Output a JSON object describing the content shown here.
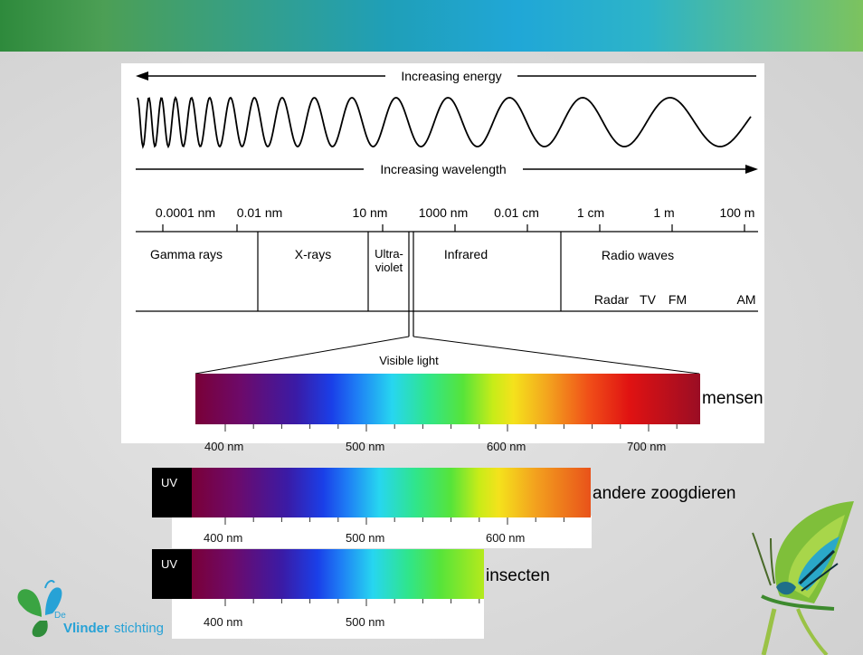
{
  "header": {
    "color_left": "#2e8a3c",
    "color_mid": "#20a7d7",
    "color_right": "#7cc35e"
  },
  "diagram": {
    "energy_label": "Increasing energy",
    "wavelength_label": "Increasing wavelength",
    "scale_labels": [
      "0.0001 nm",
      "0.01 nm",
      "10 nm",
      "1000 nm",
      "0.01 cm",
      "1 cm",
      "1 m",
      "100 m"
    ],
    "regions": {
      "gamma": "Gamma rays",
      "xray": "X-rays",
      "uv_line1": "Ultra-",
      "uv_line2": "violet",
      "infrared": "Infrared",
      "radio": "Radio waves"
    },
    "radio_bands": [
      "Radar",
      "TV",
      "FM",
      "AM"
    ],
    "visible_light": "Visible light"
  },
  "spectra": {
    "humans": {
      "label": "mensen",
      "ticks": [
        "400 nm",
        "500 nm",
        "600 nm",
        "700 nm"
      ]
    },
    "mammals": {
      "uv": "UV",
      "label": "andere zoogdieren",
      "ticks": [
        "400 nm",
        "500 nm",
        "600 nm"
      ]
    },
    "insects": {
      "uv": "UV",
      "label": "insecten",
      "ticks": [
        "400 nm",
        "500 nm"
      ]
    }
  },
  "logo": {
    "prefix": "De",
    "name_bold": "Vlinder",
    "name_rest": "stichting"
  },
  "icons": [
    "logo-butterfly-icon",
    "butterfly-photo-icon"
  ]
}
